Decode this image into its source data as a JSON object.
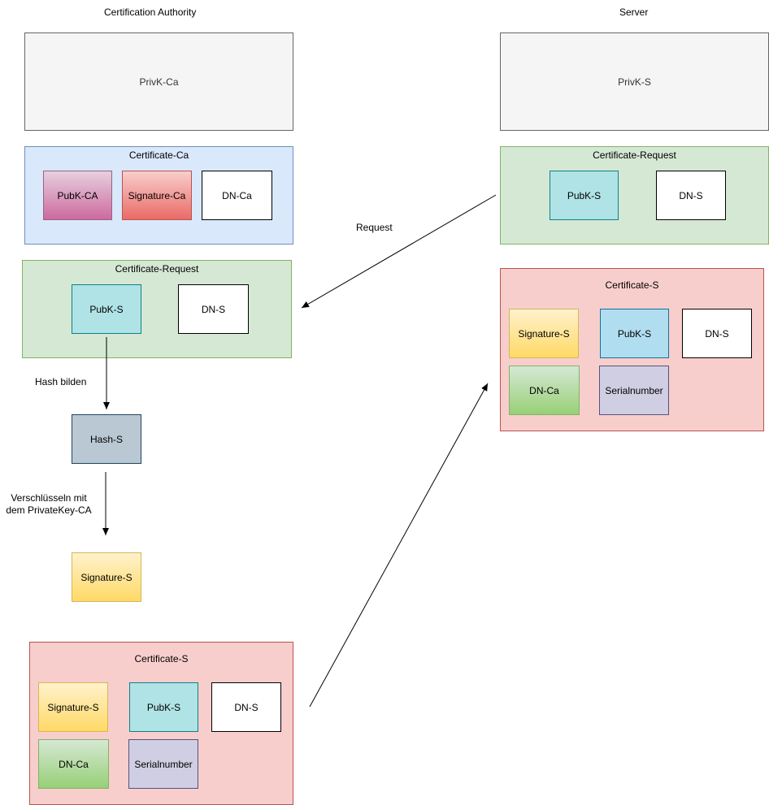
{
  "headers": {
    "left": "Certification Authority",
    "right": "Server"
  },
  "ca": {
    "privk": "PrivK-Ca",
    "certificate_title": "Certificate-Ca",
    "pubk": "PubK-CA",
    "signature": "Signature-Ca",
    "dn": "DN-Ca",
    "request_title": "Certificate-Request",
    "request_pubk": "PubK-S",
    "request_dn": "DN-S",
    "hash_label": "Hash bilden",
    "hash": "Hash-S",
    "encrypt_label_line1": "Verschlüsseln mit",
    "encrypt_label_line2": "dem PrivateKey-CA",
    "signature_s": "Signature-S",
    "cert_s_title": "Certificate-S",
    "cert_s_signature": "Signature-S",
    "cert_s_pubk": "PubK-S",
    "cert_s_dn": "DN-S",
    "cert_s_dnca": "DN-Ca",
    "cert_s_serial": "Serialnumber"
  },
  "server": {
    "privk": "PrivK-S",
    "request_title": "Certificate-Request",
    "request_pubk": "PubK-S",
    "request_dn": "DN-S",
    "cert_s_title": "Certificate-S",
    "cert_s_signature": "Signature-S",
    "cert_s_pubk": "PubK-S",
    "cert_s_dn": "DN-S",
    "cert_s_dnca": "DN-Ca",
    "cert_s_serial": "Serialnumber"
  },
  "edges": {
    "request_label": "Request"
  },
  "colors": {
    "container_blue": "#dae8fc",
    "container_green": "#d5e8d4",
    "container_red": "#f8cecc",
    "teal": "#b0e3e6",
    "hash": "#bac8d3",
    "serial": "#d0cee2"
  }
}
